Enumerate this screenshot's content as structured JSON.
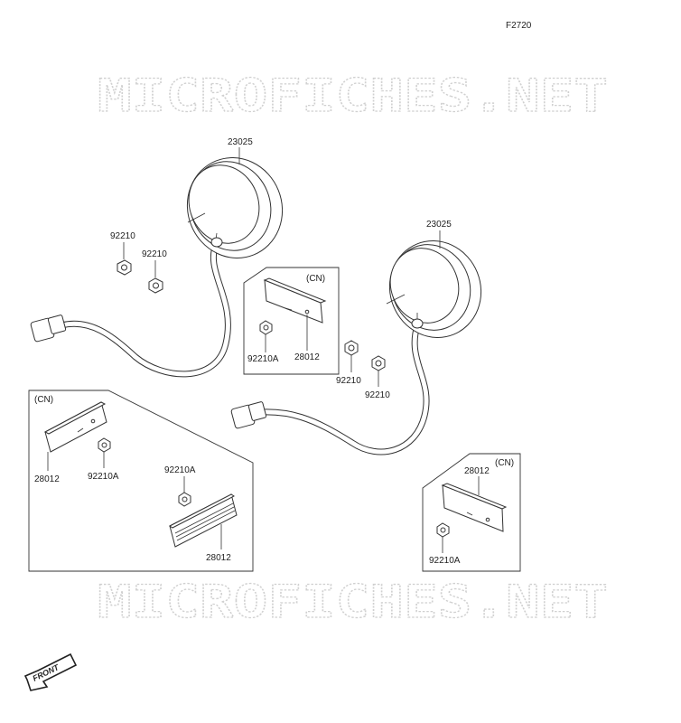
{
  "diagram": {
    "figure_code": "F2720",
    "watermark": "MICROFICHES.NET",
    "front_label": "FRONT",
    "labels": {
      "lamp_left": "23025",
      "lamp_right": "23025",
      "nut_l1": "92210",
      "nut_l2": "92210",
      "nut_r1": "92210",
      "nut_r2": "92210",
      "box_a_cn": "(CN)",
      "box_a_nut": "92210A",
      "box_a_plate": "28012",
      "box_b_cn": "(CN)",
      "box_b_plate1": "28012",
      "box_b_nut1": "92210A",
      "box_b_nut2": "92210A",
      "box_b_plate2": "28012",
      "box_c_cn": "(CN)",
      "box_c_plate": "28012",
      "box_c_nut": "92210A"
    }
  }
}
